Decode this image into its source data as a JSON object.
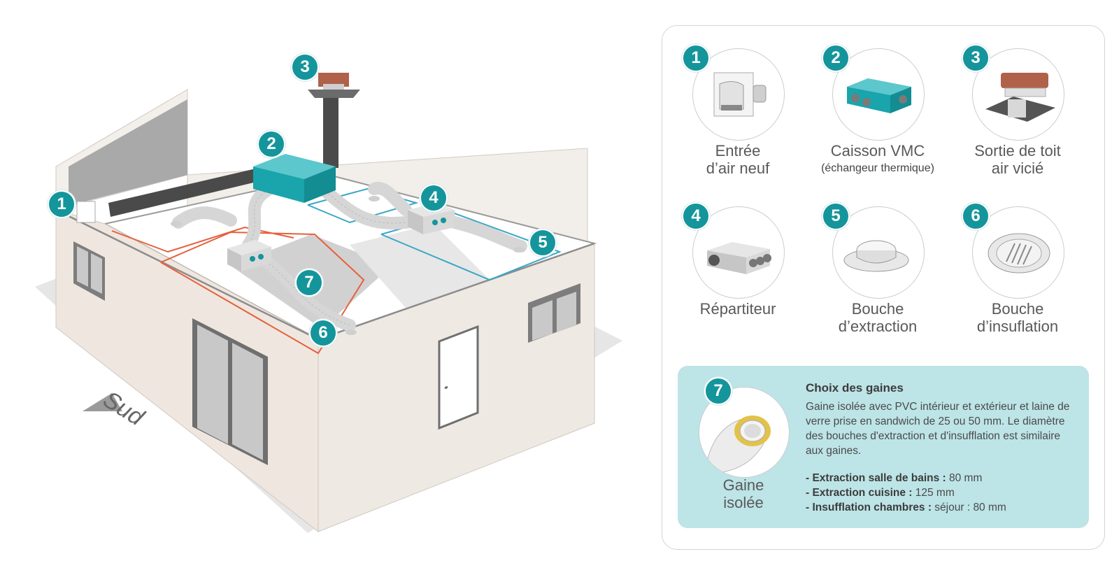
{
  "diagram": {
    "badges": [
      "1",
      "2",
      "3",
      "4",
      "5",
      "6",
      "7"
    ],
    "orientation_label": "Sud"
  },
  "legend": {
    "items": [
      {
        "num": "1",
        "line1": "Entrée",
        "line2": "d’air neuf",
        "sub": ""
      },
      {
        "num": "2",
        "line1": "Caisson VMC",
        "line2": "",
        "sub": "(échangeur thermique)"
      },
      {
        "num": "3",
        "line1": "Sortie de toit",
        "line2": "air vicié",
        "sub": ""
      },
      {
        "num": "4",
        "line1": "Répartiteur",
        "line2": "",
        "sub": ""
      },
      {
        "num": "5",
        "line1": "Bouche",
        "line2": "d’extraction",
        "sub": ""
      },
      {
        "num": "6",
        "line1": "Bouche",
        "line2": "d’insuflation",
        "sub": ""
      }
    ],
    "gaine": {
      "num": "7",
      "label_line1": "Gaine",
      "label_line2": "isolée",
      "title": "Choix des gaines",
      "description": "Gaine isolée avec PVC intérieur et extérieur et laine de verre prise en sandwich de 25 ou 50 mm. Le diamètre des bouches d'extraction et d'insufflation est similaire aux gaines.",
      "specs": [
        {
          "label": "- Extraction salle de bains :",
          "value": " 80 mm"
        },
        {
          "label": "- Extraction cuisine :",
          "value": " 125 mm"
        },
        {
          "label": "- Insufflation chambres :",
          "value": " séjour : 80 mm"
        }
      ]
    }
  },
  "colors": {
    "teal": "#14959b",
    "panel_bg": "#bde4e7",
    "wall": "#efe7df",
    "duct_dark": "#4a4a4a",
    "duct_flex": "#d6d6d6",
    "orange_line": "#e5603c",
    "blue_line": "#3aa7c4",
    "roof_gray": "#a9a9a9"
  }
}
